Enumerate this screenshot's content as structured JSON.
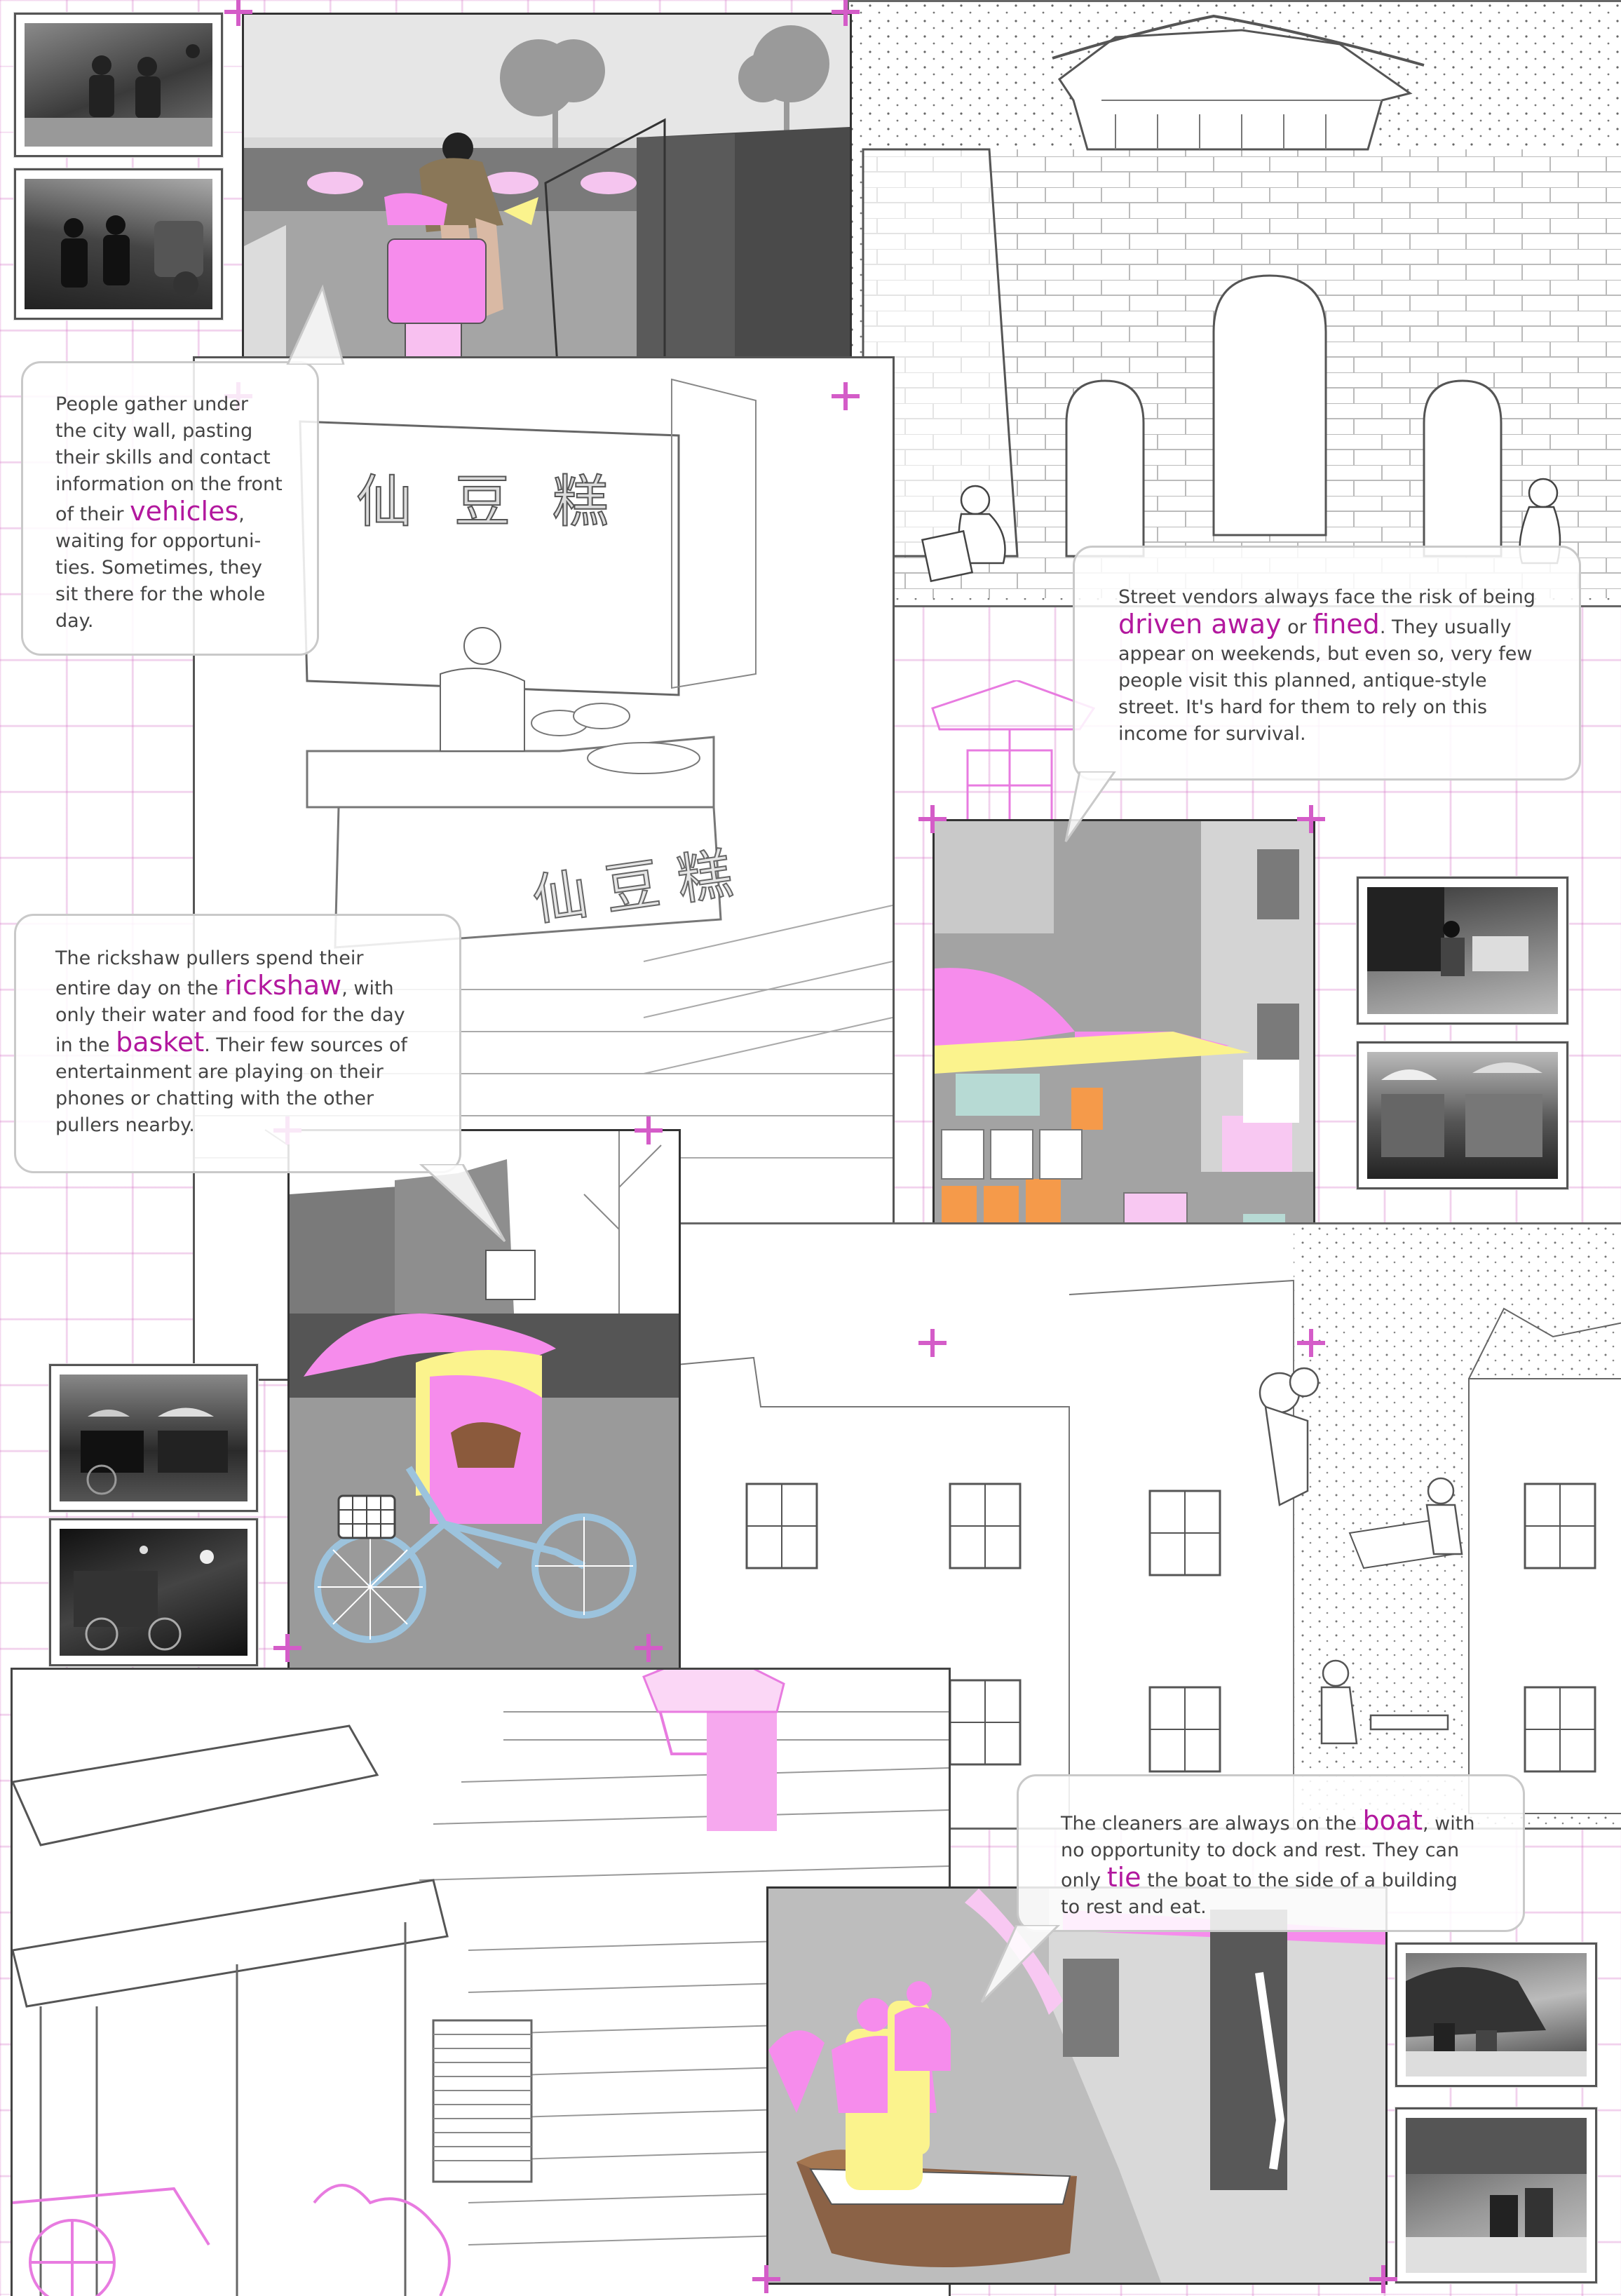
{
  "captions": {
    "city_wall": {
      "part1": "People gather under the city wall, pasting their skills and contact information on the front of their ",
      "highlight1": "vehicles",
      "part2": ", waiting for opportuni- ties. Sometimes, they sit there for the whole day."
    },
    "street_vendors": {
      "part1": "Street vendors always face the risk of being ",
      "highlight1": "driven away",
      "part2": " or ",
      "highlight2": "fined",
      "part3": ". They usually appear on weekends, but even so, very few people visit this planned, antique-style street. It's hard for them to rely on this income for survival."
    },
    "rickshaw": {
      "part1": "The rickshaw pullers spend their entire day on the ",
      "highlight1": "rickshaw",
      "part2": ", with only their water and food for the day in the ",
      "highlight2": "basket",
      "part3": ". Their few sources of entertainment are playing on their phones or chatting with the other pullers nearby."
    },
    "cleaners": {
      "part1": "The cleaners are always on the ",
      "highlight1": "boat",
      "part2": ", with no opportunity to dock and rest. They can only ",
      "highlight2": "tie",
      "part3": " the boat to the side of a building to rest and eat."
    }
  },
  "shop_signs": {
    "top": "仙豆糕",
    "counter": "仙豆糕"
  },
  "colors": {
    "accent": "#b2189e",
    "pink": "#f68cec",
    "yellow": "#fbf38d",
    "grid": "#d678c8",
    "panel_gray": "#9a9a9a",
    "dark_gray": "#4a4a4a",
    "boat_brown": "#8b6246",
    "rickshaw_blue": "#9cc3dd",
    "orange": "#f59a4a",
    "teal": "#b7dad4"
  }
}
